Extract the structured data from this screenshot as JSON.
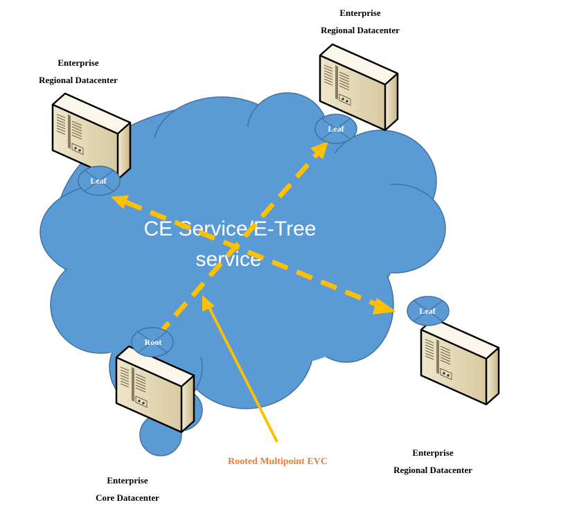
{
  "diagram": {
    "cloud": {
      "title_line1": "CE Service/E-Tree",
      "title_line2": "service",
      "color": "#5b9bd5"
    },
    "sites": [
      {
        "id": "left",
        "line1": "Enterprise",
        "line2": "Regional Datacenter",
        "node": "Leaf"
      },
      {
        "id": "top",
        "line1": "Enterprise",
        "line2": "Regional Datacenter",
        "node": "Leaf"
      },
      {
        "id": "right",
        "line1": "Enterprise",
        "line2": "Regional Datacenter",
        "node": "Leaf"
      },
      {
        "id": "bottom",
        "line1": "Enterprise",
        "line2": "Core Datacenter",
        "node": "Root"
      }
    ],
    "evc_label": "Rooted Multipoint EVC",
    "connection_color": "#ffc000",
    "evc_label_color": "#ed7d31",
    "icons": [
      "server-tower-icon",
      "network-node-icon"
    ]
  }
}
